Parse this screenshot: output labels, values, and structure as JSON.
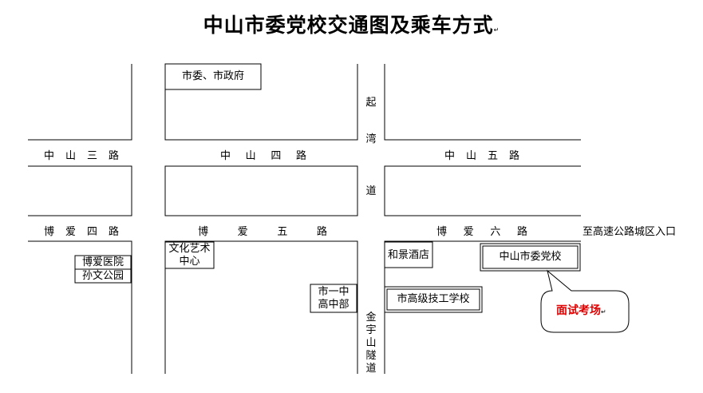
{
  "title": "中山市委党校交通图及乘车方式",
  "roads": {
    "zhongshan3": [
      "中",
      "山",
      "三",
      "路"
    ],
    "zhongshan4": [
      "中",
      "山",
      "四",
      "路"
    ],
    "zhongshan5": [
      "中",
      "山",
      "五",
      "路"
    ],
    "boai4": [
      "博",
      "爱",
      "四",
      "路"
    ],
    "boai5": [
      "博",
      "爱",
      "五",
      "路"
    ],
    "boai6": [
      "博",
      "爱",
      "六",
      "路"
    ],
    "qiwan_a": "起",
    "qiwan_b": "湾",
    "qiwan_c": "道",
    "jinyu": "金宇山隧道",
    "highway": "至高速公路城区入口"
  },
  "places": {
    "city_gov": "市委、市政府",
    "boai_hospital": "博爱医院",
    "sunwen_park": "孙文公园",
    "culture_center_1": "文化艺术",
    "culture_center_2": "中心",
    "no1_school_1": "市一中",
    "no1_school_2": "高中部",
    "hejing_hotel": "和景酒店",
    "party_school": "中山市委党校",
    "tech_school": "市高级技工学校"
  },
  "callout": {
    "text": "面试考场"
  }
}
